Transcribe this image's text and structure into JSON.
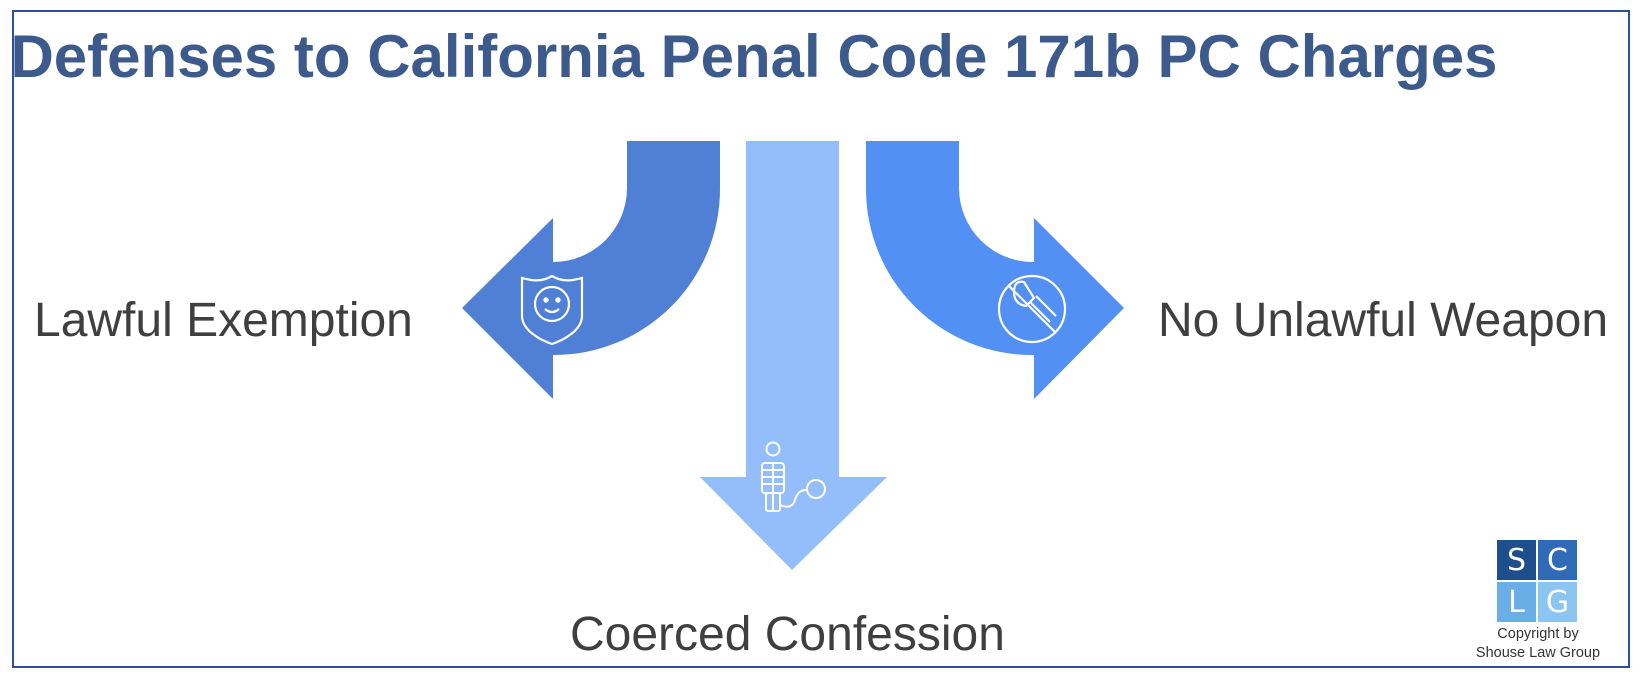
{
  "title": "Defenses to California Penal Code 171b PC Charges",
  "items": [
    {
      "label": "Lawful Exemption",
      "icon": "shield-face-icon",
      "color": "#5080d6"
    },
    {
      "label": "Coerced Confession",
      "icon": "prisoner-ball-chain-icon",
      "color": "#94bdfb"
    },
    {
      "label": "No Unlawful Weapon",
      "icon": "no-axe-icon",
      "color": "#5290f3"
    }
  ],
  "logo": {
    "letters": [
      "S",
      "C",
      "L",
      "G"
    ]
  },
  "copyright": {
    "line1": "Copyright by",
    "line2": "Shouse Law Group"
  },
  "colors": {
    "title": "#3d5a8c",
    "frame": "#2b4f9e",
    "text": "#3f3f3f"
  }
}
